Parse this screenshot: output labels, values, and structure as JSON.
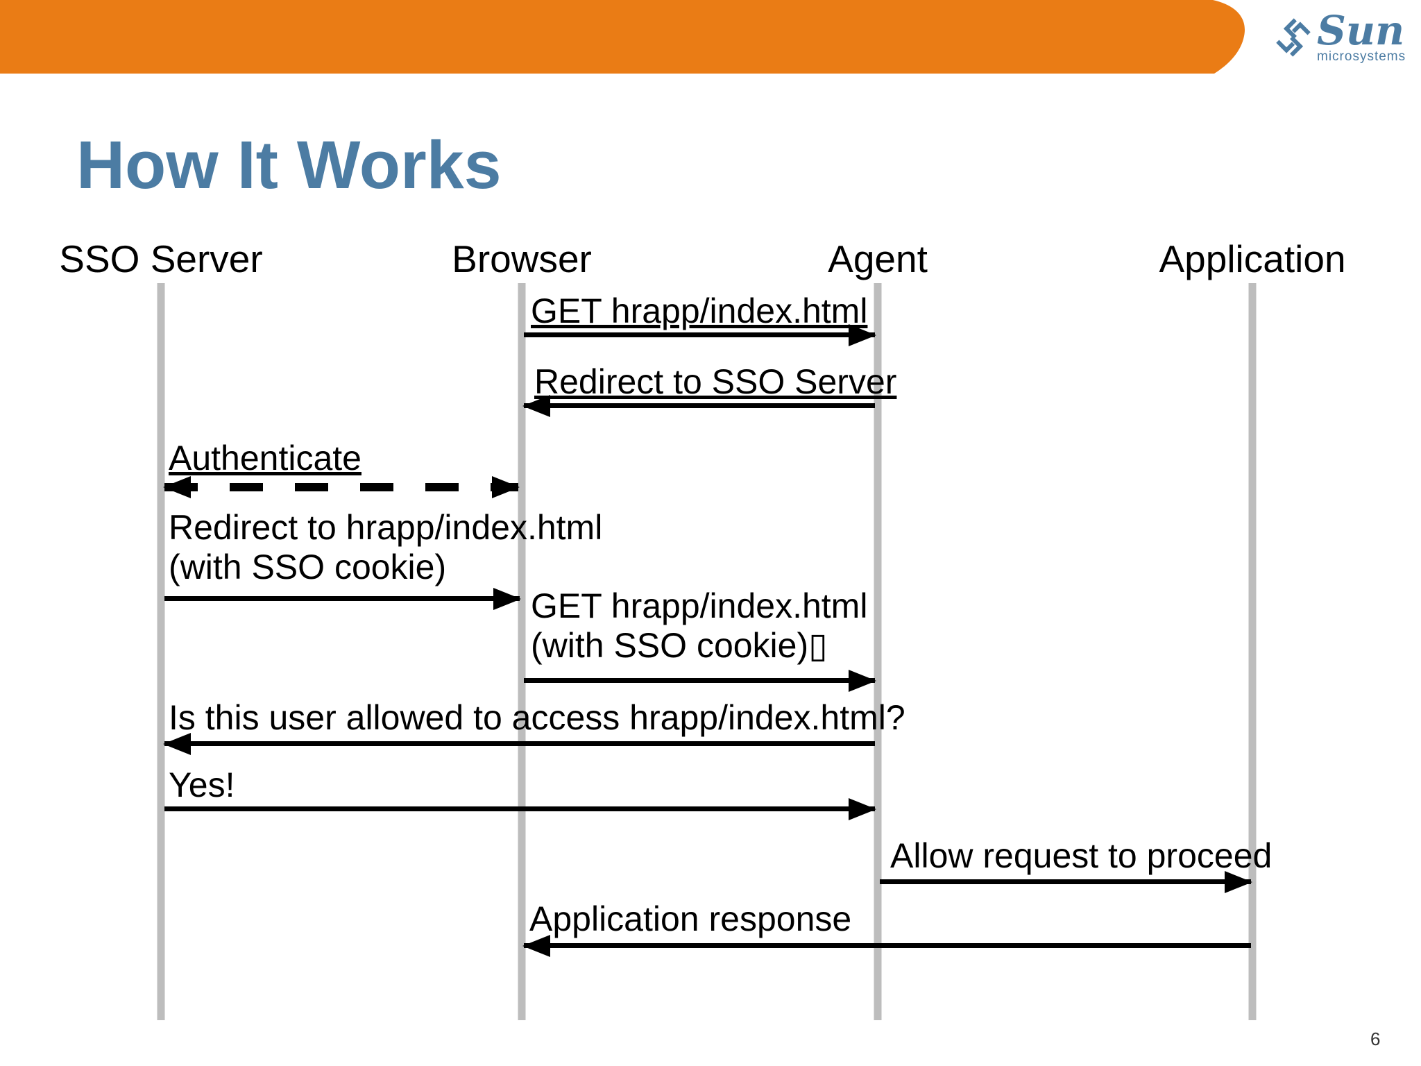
{
  "slide": {
    "title": "How It Works",
    "page_number": "6",
    "brand": {
      "logo_text": "Sun",
      "logo_subtext": "microsystems"
    },
    "colors": {
      "header_orange": "#EA7C15",
      "title_blue": "#4C7CA3",
      "lifeline_gray": "#BDBDBD",
      "arrow_black": "#000000"
    }
  },
  "diagram": {
    "type": "sequence-diagram",
    "actors": [
      {
        "label": "SSO Server"
      },
      {
        "label": "Browser"
      },
      {
        "label": "Agent"
      },
      {
        "label": "Application"
      }
    ],
    "messages": [
      {
        "label": "GET hrapp/index.html",
        "from": "Browser",
        "to": "Agent",
        "direction": "right",
        "style": "solid",
        "underlined": true
      },
      {
        "label": "Redirect to SSO Server",
        "from": "Agent",
        "to": "Browser",
        "direction": "left",
        "style": "solid",
        "underlined": true
      },
      {
        "label": "Authenticate",
        "from": "SSO Server",
        "to": "Browser",
        "direction": "both",
        "style": "dashed",
        "underlined": true
      },
      {
        "label": "Redirect to hrapp/index.html",
        "label_line2": "(with SSO cookie)",
        "from": "SSO Server",
        "to": "Browser",
        "direction": "right",
        "style": "solid",
        "underlined": false
      },
      {
        "label": "GET hrapp/index.html",
        "label_line2": "(with SSO cookie)▯",
        "from": "Browser",
        "to": "Agent",
        "direction": "right",
        "style": "solid",
        "underlined": false
      },
      {
        "label": "Is this user allowed to access hrapp/index.html?",
        "from": "Agent",
        "to": "SSO Server",
        "direction": "left",
        "style": "solid",
        "underlined": false
      },
      {
        "label": "Yes!",
        "from": "SSO Server",
        "to": "Agent",
        "direction": "right",
        "style": "solid",
        "underlined": false
      },
      {
        "label": "Allow request to proceed",
        "from": "Agent",
        "to": "Application",
        "direction": "right",
        "style": "solid",
        "underlined": false
      },
      {
        "label": "Application response",
        "from": "Application",
        "to": "Browser",
        "direction": "left",
        "style": "solid",
        "underlined": false
      }
    ]
  }
}
